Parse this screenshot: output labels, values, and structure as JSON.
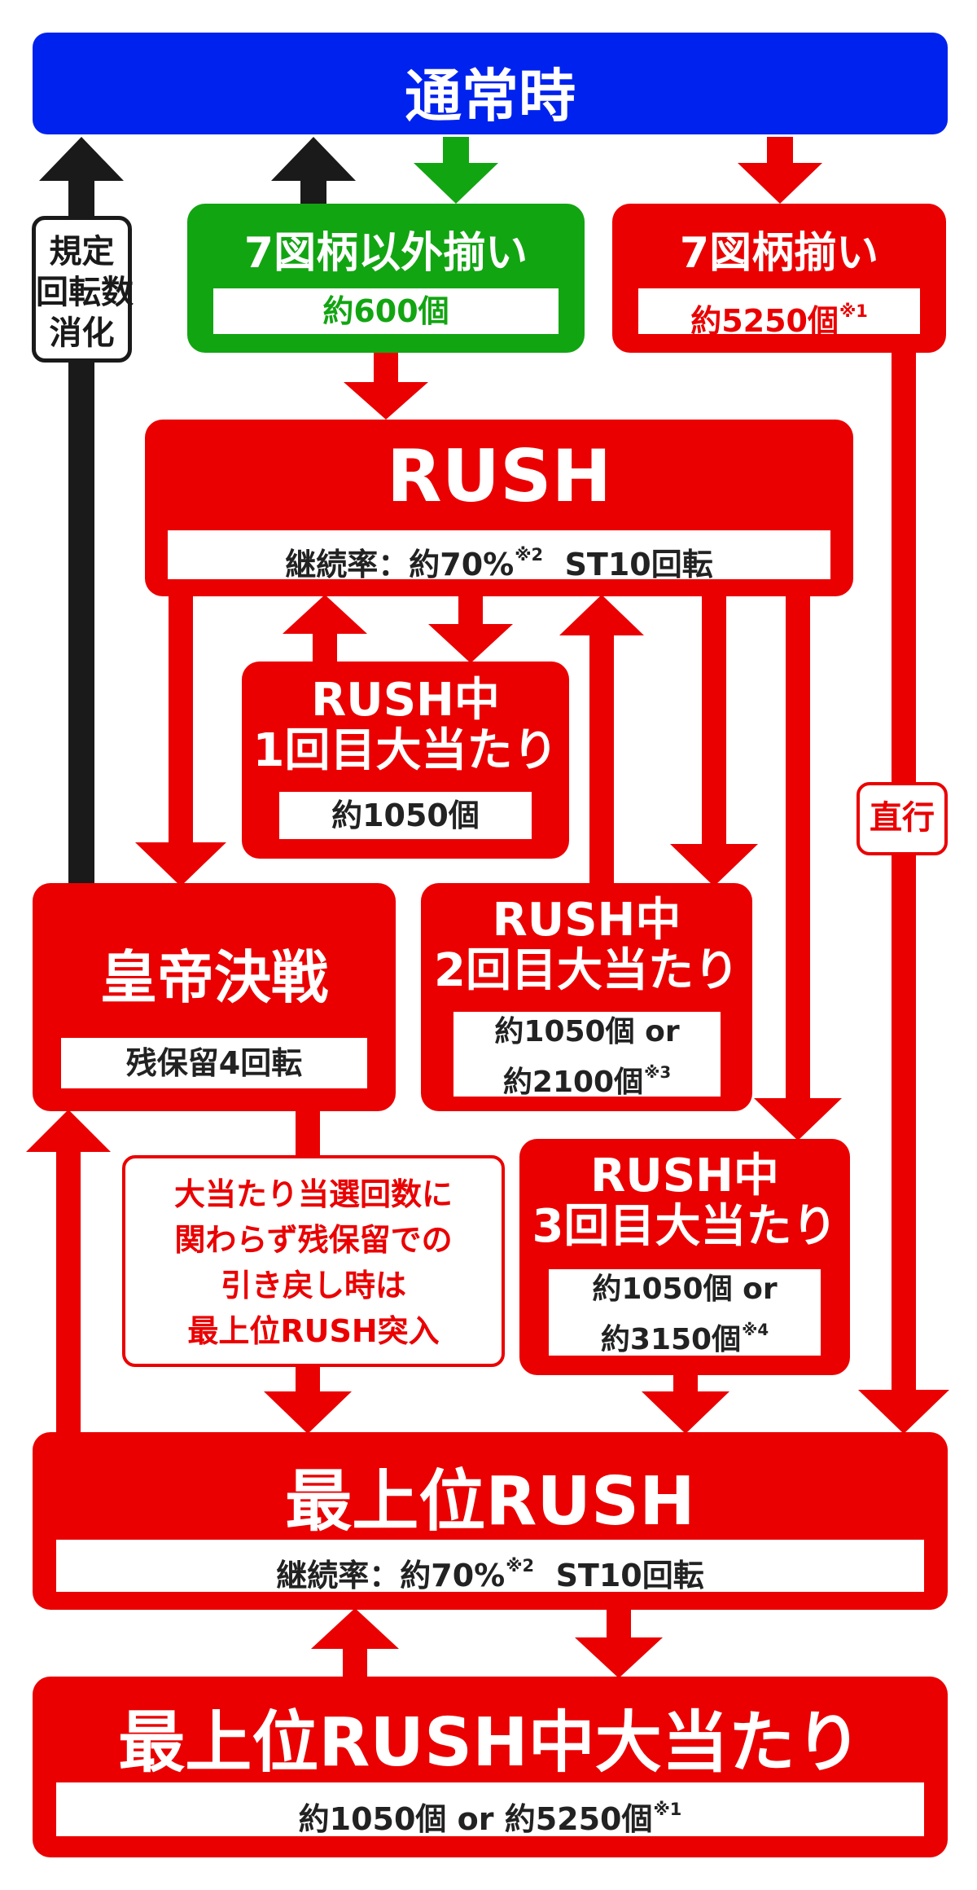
{
  "colors": {
    "red": "#ea0000",
    "green": "#12a512",
    "blue": "#0022ee",
    "black": "#1a1a1a",
    "white": "#ffffff"
  },
  "normal": {
    "title": "通常時"
  },
  "non7": {
    "title": "7図柄以外揃い",
    "payout": "約600個"
  },
  "seven": {
    "title": "7図柄揃い",
    "payout": "約5250個",
    "note": "※1"
  },
  "rush": {
    "title": "RUSH",
    "rate_label": "継続率：約70%",
    "rate_note": "※2",
    "st": "ST10回転"
  },
  "rush_hit1": {
    "title_line1": "RUSH中",
    "title_line2": "1回目大当たり",
    "payout": "約1050個"
  },
  "rush_hit2": {
    "title_line1": "RUSH中",
    "title_line2": "2回目大当たり",
    "payout_line1": "約1050個 or",
    "payout_line2": "約2100個",
    "note": "※3"
  },
  "rush_hit3": {
    "title_line1": "RUSH中",
    "title_line2": "3回目大当たり",
    "payout_line1": "約1050個 or",
    "payout_line2": "約3150個",
    "note": "※4"
  },
  "battle": {
    "title": "皇帝決戦",
    "hold": "残保留4回転"
  },
  "spin_limit": {
    "line1": "規定",
    "line2": "回転数",
    "line3": "消化"
  },
  "direct": {
    "label": "直行"
  },
  "pullback_note": {
    "line1": "大当たり当選回数に",
    "line2": "関わらず残保留での",
    "line3": "引き戻し時は",
    "line4": "最上位RUSH突入"
  },
  "top_rush": {
    "title": "最上位RUSH",
    "rate_label": "継続率：約70%",
    "rate_note": "※2",
    "st": "ST10回転"
  },
  "top_hit": {
    "title": "最上位RUSH中大当たり",
    "payout": "約1050個 or 約5250個",
    "note": "※1"
  }
}
